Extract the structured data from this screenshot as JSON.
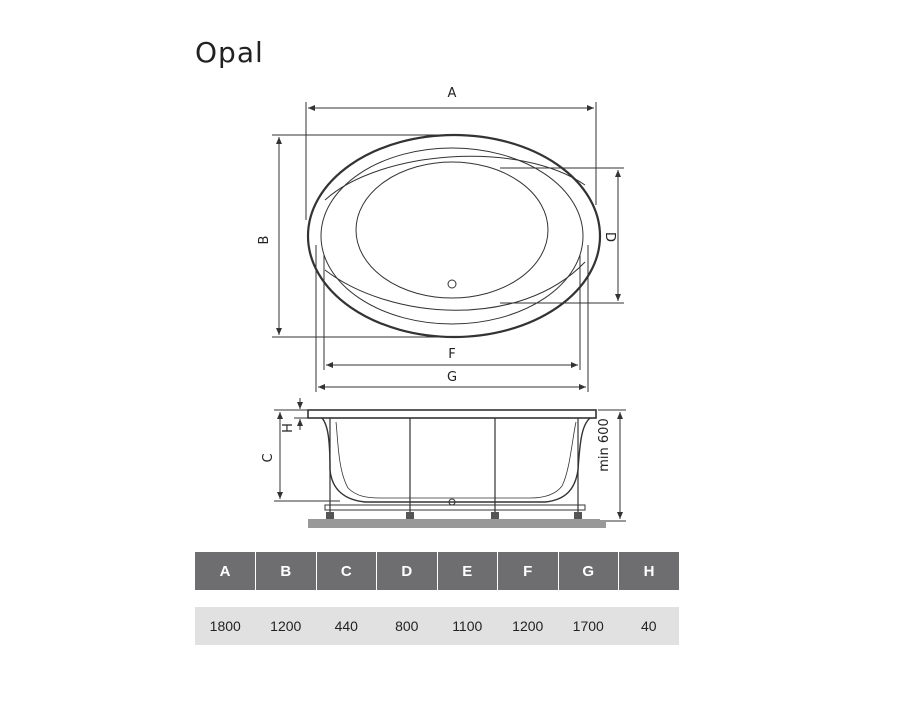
{
  "title": "Opal",
  "dimension_labels": {
    "A": "A",
    "B": "B",
    "C": "C",
    "D": "D",
    "F": "F",
    "G": "G",
    "H": "H",
    "min600": "min 600"
  },
  "table": {
    "headers": [
      "A",
      "B",
      "C",
      "D",
      "E",
      "F",
      "G",
      "H"
    ],
    "values": [
      "1800",
      "1200",
      "440",
      "800",
      "1100",
      "1200",
      "1700",
      "40"
    ]
  },
  "colors": {
    "header_bg": "#6e6e70",
    "row_bg": "#e1e1e2",
    "line": "#333333"
  }
}
